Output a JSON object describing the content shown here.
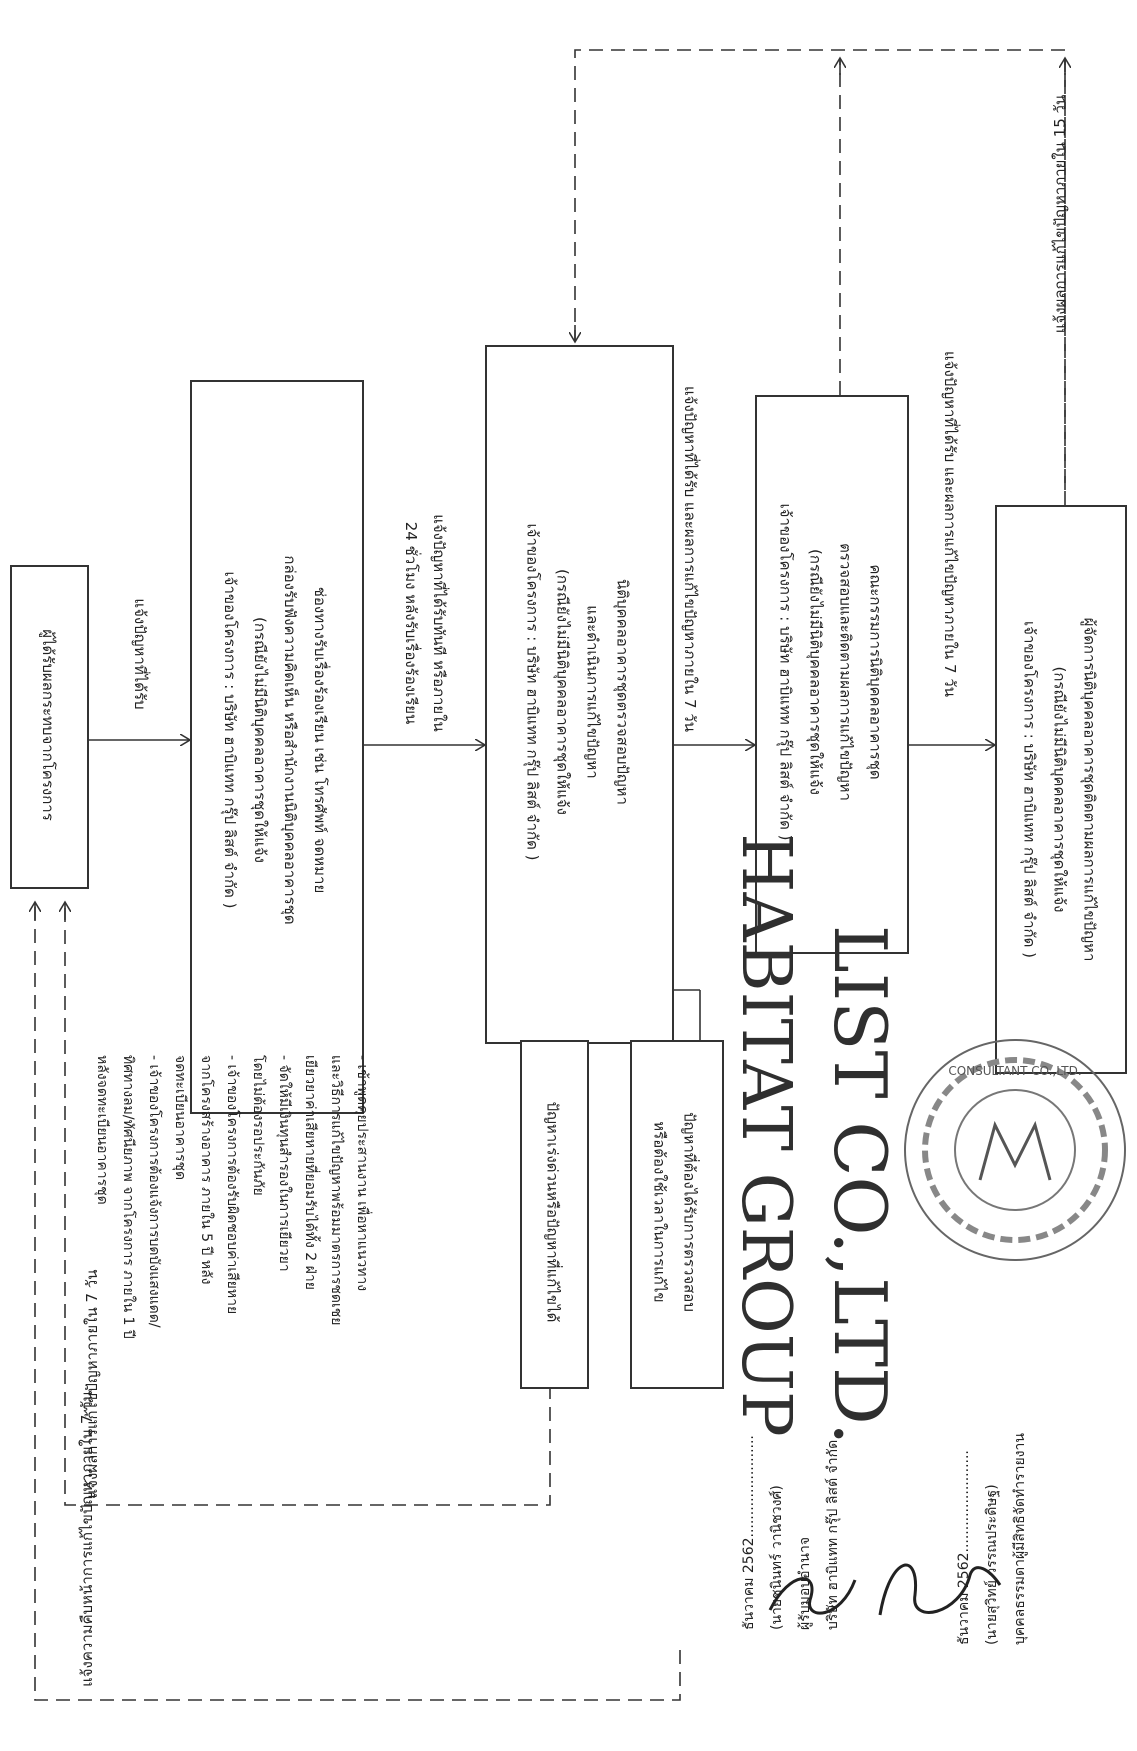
{
  "boxes": {
    "b1": "ผู้ได้รับผลกระทบจากโครงการ",
    "b2": [
      "ช่องทางรับเรื่องร้องเรียน เช่น โทรศัพท์ จดหมาย",
      "กล่องรับฟังความคิดเห็น หรือสำนักงานนิติบุคคลอาคารชุด",
      "(กรณียังไม่มีนิติบุคคลอาคารชุดให้แจ้ง",
      "เจ้าของโครงการ : บริษัท ฮาบิแทท กรุ๊ป ลิสต์ จำกัด )"
    ],
    "b3": [
      "นิติบุคคลอาคารชุดตรวจสอบปัญหา",
      "และดำเนินการแก้ไขปัญหา",
      "(กรณียังไม่มีนิติบุคคลอาคารชุดให้แจ้ง",
      "เจ้าของโครงการ : บริษัท ฮาบิแทท กรุ๊ป ลิสต์ จำกัด )"
    ],
    "b4": [
      "คณะกรรมการนิติบุคคลอาคารชุด",
      "ตรวจสอบและติดตามผลการแก้ไขปัญหา",
      "(กรณียังไม่มีนิติบุคคลอาคารชุดให้แจ้ง",
      "เจ้าของโครงการ : บริษัท ฮาบิแทท กรุ๊ป ลิสต์ จำกัด )"
    ],
    "b5": [
      "ผู้จัดการนิติบุคคลอาคารชุดติดตามผลการแก้ไขปัญหา",
      "(กรณียังไม่มีนิติบุคคลอาคารชุดให้แจ้ง",
      "เจ้าของโครงการ : บริษัท ฮาบิแทท กรุ๊ป ลิสต์ จำกัด )"
    ],
    "urgent": "ปัญหาเร่งด่วนหรือปัญหาที่แก้ไขได้",
    "inspect": [
      "ปัญหาที่ต้องได้รับการตรวจสอบ",
      "หรือต้องใช้เวลาในการแก้ไข"
    ]
  },
  "labels": {
    "a1": "แจ้งปัญหาที่ได้รับ",
    "a2": [
      "แจ้งปัญหาที่ได้รับทันที หรือภายใน",
      "24 ชั่วโมง หลังรับเรื่องร้องเรียน"
    ],
    "a3": "แจ้งปัญหาที่ได้รับ และผลการแก้ไขปัญหาภายใน 7 วัน",
    "a4": "แจ้งปัญหาที่ได้รับ และผลการแก้ไขปัญหาภายใน 7 วัน",
    "top15": "แจ้งผลการแก้ไขปัญหาภายใน 15 วัน",
    "bottom7a": "แจ้งผลการแก้ไขปัญหาภายใน 7 วัน",
    "bottom7b": "แจ้งความคืบหน้าการแก้ไขปัญหาภายใน 7 วัน"
  },
  "notes": [
    "- เข้าพูดคุยประสานงาน เพื่อหาแนวทาง",
    "และวิธีการแก้ไขปัญหาพร้อมมาตรการชดเชย",
    "เยียวยาค่าเสียหายที่ยอมรับได้ทั้ง 2 ฝ่าย",
    "- จัดให้มีเงินทุนสำรองในการเยียวยา",
    "โดยไม่ต้องรอประกันภัย",
    "- เจ้าของโครงการต้องรับผิดชอบค่าเสียหาย",
    "จากโครงสร้างอาคาร ภายใน 5 ปี หลัง",
    "จดทะเบียนอาคารชุด",
    "- เจ้าของโครงการต้องแจ้งการบดบังแสงแดด/",
    "ทิศทางลม/ทัศนียภาพ จากโครงการ ภายใน 1 ปี",
    "หลังจดทะเบียนอาคารชุด"
  ],
  "watermark": {
    "line1": "HABITAT GROUP",
    "line2": "LIST CO.,LTD."
  },
  "signatures": {
    "s1_date": "ธันวาคม 2562.......................",
    "s1_name": "(นายชนินทร์ วานิชวงศ์)",
    "s1_role": "ผู้รับมอบอำนาจ",
    "s1_company": "บริษัท ฮาบิแทท กรุ๊ป ลิสต์ จำกัด",
    "s2_date": "ธันวาคม 2562.......................",
    "s2_name": "(นายสุวิทย์ วรรณประดิษฐ)",
    "s2_role": "บุคคลธรรมดาผู้มีสิทธิจัดทำรายงาน",
    "stamp_text": "CONSULTANT CO.,LTD."
  }
}
